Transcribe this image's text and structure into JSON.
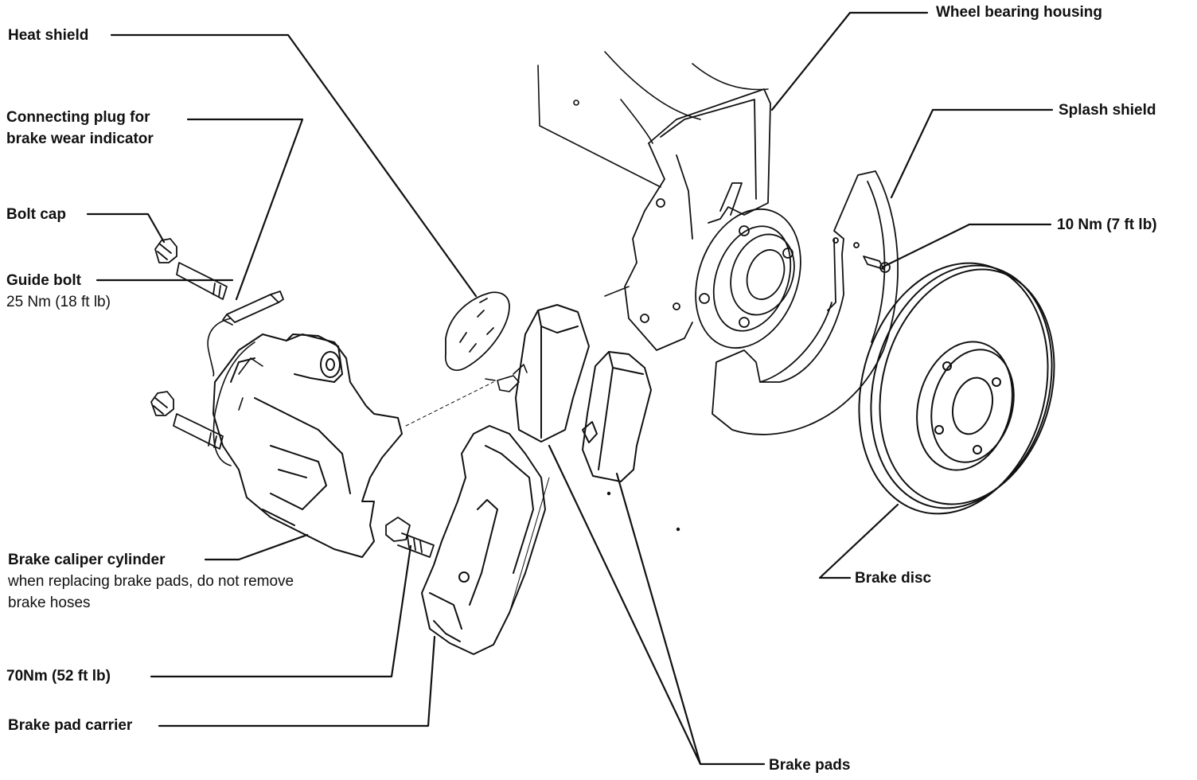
{
  "labels": {
    "wheel_bearing_housing": "Wheel bearing housing",
    "heat_shield": "Heat shield",
    "connecting_plug": [
      "Connecting plug for",
      "brake wear indicator"
    ],
    "splash_shield": "Splash shield",
    "bolt_cap": "Bolt cap",
    "splash_shield_torque": "10 Nm (7 ft lb)",
    "guide_bolt": "Guide bolt",
    "guide_bolt_torque": "25 Nm (18 ft lb)",
    "brake_caliper_cylinder": "Brake caliper cylinder",
    "brake_caliper_note": [
      "when replacing brake pads, do not remove",
      "brake hoses"
    ],
    "brake_disc": "Brake disc",
    "carrier_torque": "70Nm (52 ft lb)",
    "brake_pad_carrier": "Brake pad carrier",
    "brake_pads": "Brake pads"
  },
  "colors": {
    "ink": "#111111",
    "background": "#ffffff"
  }
}
